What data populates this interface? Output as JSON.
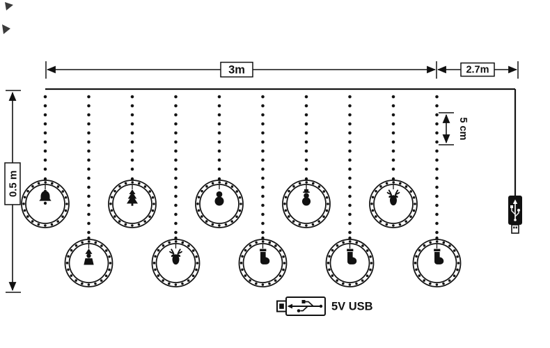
{
  "labels": {
    "total_width": "3m",
    "lead_length": "2.7m",
    "drop_height": "0.5 m",
    "led_spacing": "5 cm",
    "power": "5V USB"
  },
  "icons": {
    "usb_side": "usb-connector-icon",
    "usb_plug": "usb-plug-icon",
    "ornaments": [
      "bell",
      "santa",
      "tree",
      "deer",
      "snowman",
      "stocking",
      "snowman-hat"
    ]
  },
  "strings": [
    {
      "row": "upper",
      "ornament": "bell"
    },
    {
      "row": "lower",
      "ornament": "santa"
    },
    {
      "row": "upper",
      "ornament": "tree"
    },
    {
      "row": "lower",
      "ornament": "deer"
    },
    {
      "row": "upper",
      "ornament": "snowman"
    },
    {
      "row": "lower",
      "ornament": "stocking"
    },
    {
      "row": "upper",
      "ornament": "snowman-hat"
    },
    {
      "row": "lower",
      "ornament": "stocking"
    },
    {
      "row": "upper",
      "ornament": "deer"
    },
    {
      "row": "lower",
      "ornament": "stocking"
    }
  ]
}
